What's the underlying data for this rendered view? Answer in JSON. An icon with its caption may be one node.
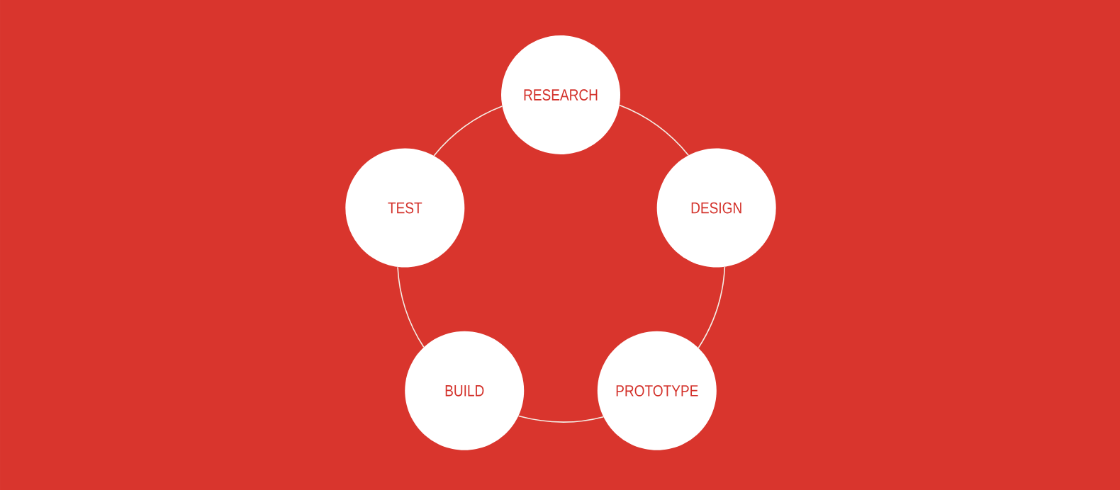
{
  "diagram": {
    "nodes": [
      {
        "text": [
          "RESEARCH"
        ]
      },
      {
        "text": [
          "DESIGN"
        ]
      },
      {
        "text": [
          "PROTOTYPE"
        ]
      },
      {
        "text": [
          "BUILD"
        ]
      },
      {
        "text": [
          "TEST"
        ]
      }
    ],
    "edges": [
      {
        "from": 0,
        "to": 1,
        "arrow": "none"
      },
      {
        "from": 1,
        "to": 2,
        "arrow": "none"
      },
      {
        "from": 2,
        "to": 3,
        "arrow": "none"
      },
      {
        "from": 3,
        "to": 4,
        "arrow": "none"
      },
      {
        "from": 4,
        "to": 0,
        "arrow": "none"
      }
    ]
  }
}
